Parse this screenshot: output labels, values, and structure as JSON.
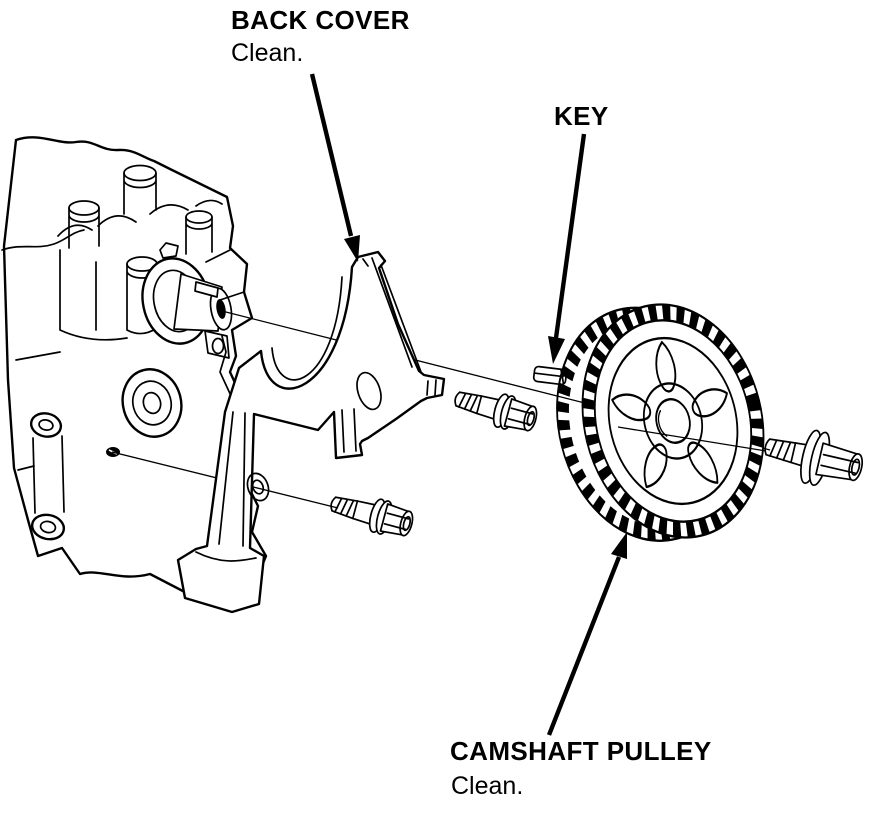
{
  "figure": {
    "back_cover": {
      "label": "BACK COVER",
      "note": "Clean."
    },
    "key": {
      "label": "KEY"
    },
    "camshaft_pulley": {
      "label": "CAMSHAFT PULLEY",
      "note": "Clean."
    }
  },
  "colors": {
    "background": "#ffffff",
    "ink": "#000000"
  }
}
